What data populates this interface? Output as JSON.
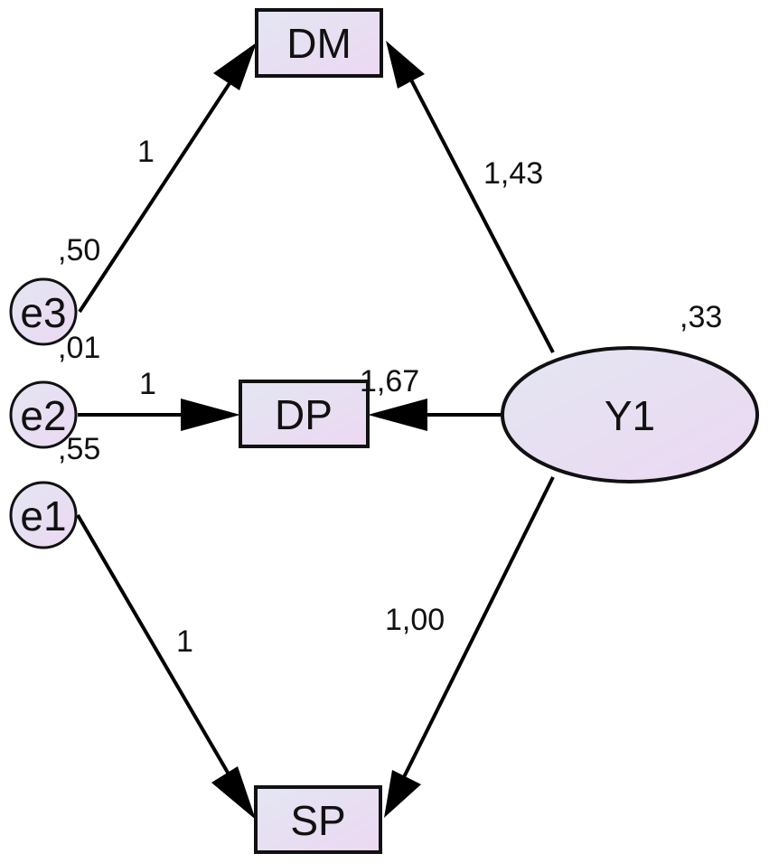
{
  "nodes": {
    "dm": "DM",
    "dp": "DP",
    "sp": "SP",
    "y1": "Y1",
    "e1": "e1",
    "e2": "e2",
    "e3": "e3"
  },
  "labels": {
    "e3_variance": ",50",
    "e2_variance": ",01",
    "e1_variance": ",55",
    "y1_variance": ",33",
    "e3_to_dm": "1",
    "e2_to_dp": "1",
    "e1_to_sp": "1",
    "y1_to_dm": "1,43",
    "y1_to_dp": "1,67",
    "y1_to_sp": "1,00"
  },
  "colors": {
    "fill_start": "#e3e6f2",
    "fill_end": "#ecd8f2",
    "stroke": "#111111"
  }
}
